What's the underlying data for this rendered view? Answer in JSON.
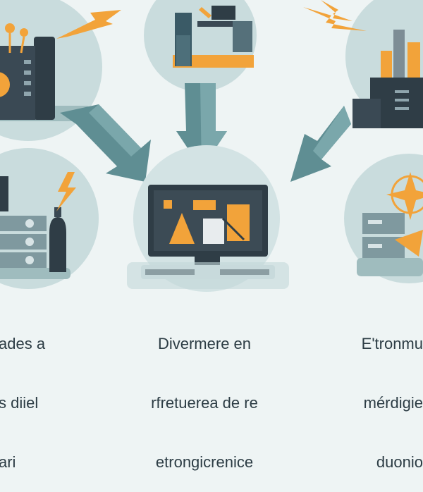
{
  "colors": {
    "background": "#eef4f4",
    "bubble": "#c9dcdd",
    "arrow": "#5f8e93",
    "accent_orange": "#f2a33a",
    "dark_machine": "#2f3d46",
    "text": "#2c3c44"
  },
  "captions": {
    "center": [
      "Divermere en",
      "rfretuerea de re",
      "etrongicrenice"
    ],
    "left": [
      "ades a",
      "s diiel",
      "ari"
    ],
    "right": [
      "E'tronmu",
      "mérdigie",
      "duonio"
    ]
  },
  "icons": {
    "center_top": "worker-at-desk-illustration",
    "top_left": "factory-with-lightbulbs-illustration",
    "top_right": "power-plant-illustration",
    "center": "monitor-dashboard-illustration",
    "left": "server-rack-with-lightning-illustration",
    "right": "compass-and-servers-illustration"
  }
}
